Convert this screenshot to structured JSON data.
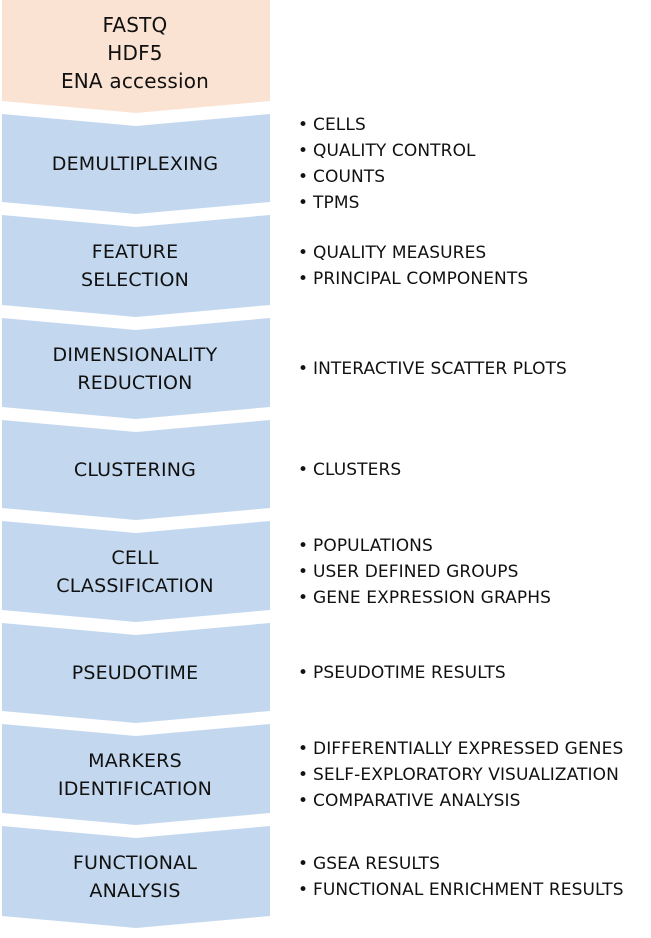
{
  "colors": {
    "input_fill": "#fbe3d3",
    "step_fill": "#c3d8ef",
    "text": "#111111"
  },
  "input_block": {
    "label": "FASTQ\nHDF5\nENA accession"
  },
  "steps": [
    {
      "name": "DEMULTIPLEXING",
      "outputs": [
        "CELLS",
        "QUALITY CONTROL",
        "COUNTS",
        "TPMS"
      ]
    },
    {
      "name": "FEATURE\nSELECTION",
      "outputs": [
        "QUALITY MEASURES",
        "PRINCIPAL COMPONENTS"
      ]
    },
    {
      "name": "DIMENSIONALITY\nREDUCTION",
      "outputs": [
        "INTERACTIVE SCATTER PLOTS"
      ]
    },
    {
      "name": "CLUSTERING",
      "outputs": [
        "CLUSTERS"
      ]
    },
    {
      "name": "CELL\nCLASSIFICATION",
      "outputs": [
        "POPULATIONS",
        "USER DEFINED GROUPS",
        "GENE EXPRESSION GRAPHS"
      ]
    },
    {
      "name": "PSEUDOTIME",
      "outputs": [
        "PSEUDOTIME RESULTS"
      ]
    },
    {
      "name": "MARKERS\nIDENTIFICATION",
      "outputs": [
        "DIFFERENTIALLY EXPRESSED GENES",
        "SELF-EXPLORATORY VISUALIZATION",
        "COMPARATIVE ANALYSIS"
      ]
    },
    {
      "name": "FUNCTIONAL\nANALYSIS",
      "outputs": [
        "GSEA RESULTS",
        "FUNCTIONAL ENRICHMENT RESULTS"
      ]
    }
  ]
}
